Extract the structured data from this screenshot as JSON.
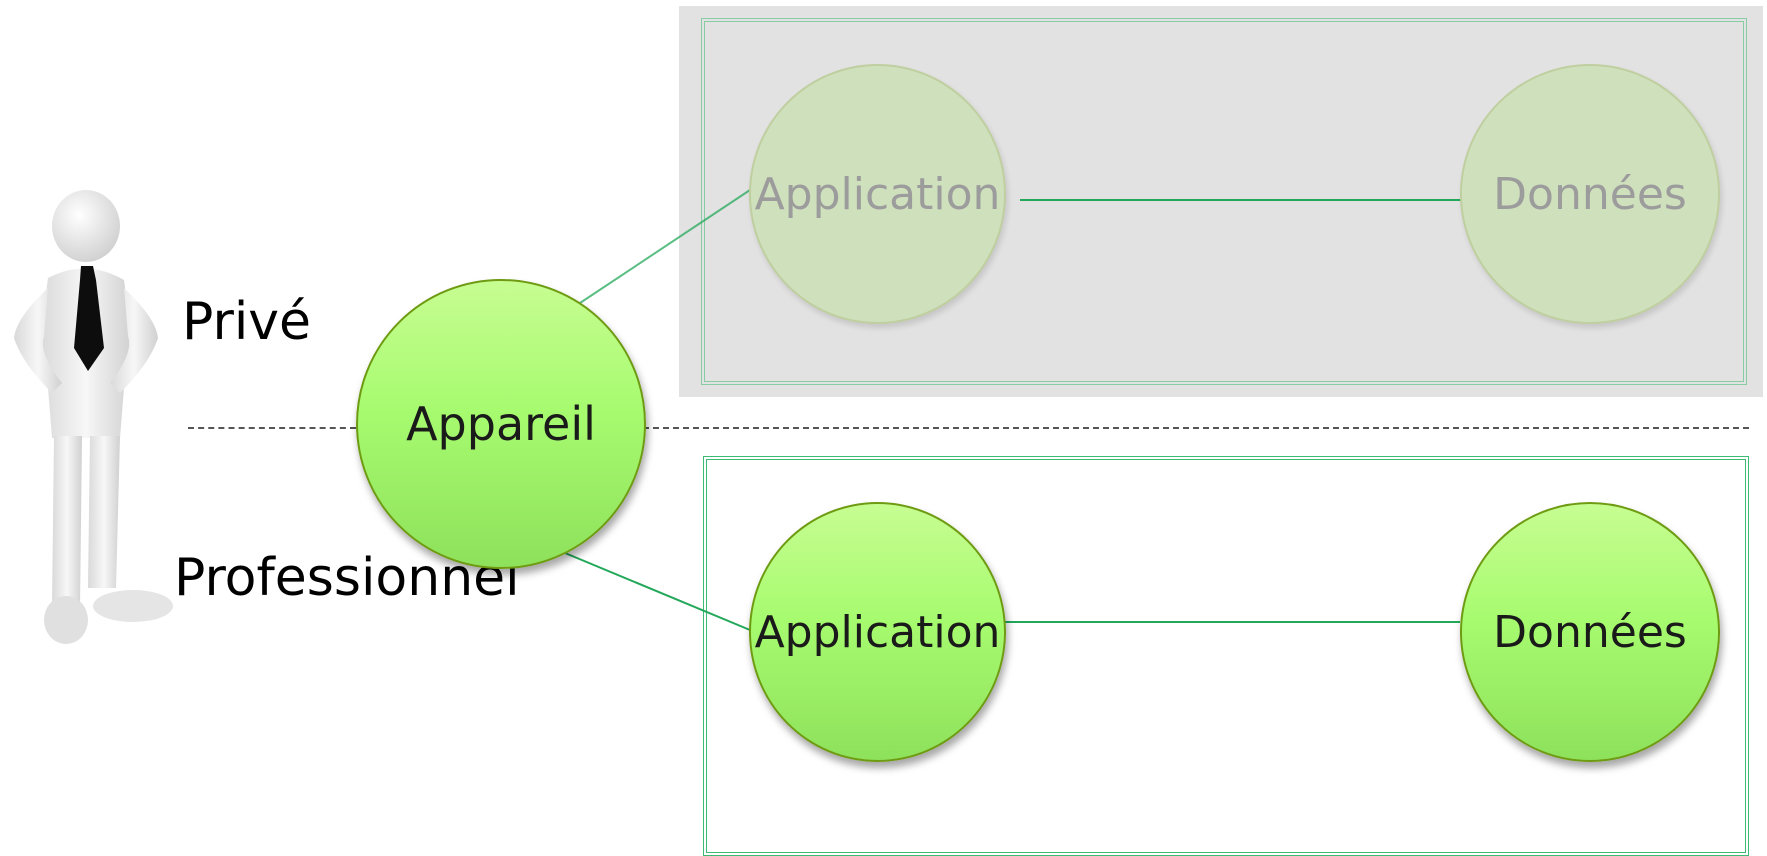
{
  "labels": {
    "private": "Privé",
    "professional": "Professionnel"
  },
  "nodes": {
    "device": "Appareil",
    "private_application": "Application",
    "private_data": "Données",
    "professional_application": "Application",
    "professional_data": "Données"
  },
  "colors": {
    "node_fill": "#a7fb6f",
    "node_border": "#6e9b12",
    "connector": "#23a85a",
    "private_panel": "#e2e2e2",
    "faded_text": "#9c9c9c"
  },
  "icons": {
    "person": "businessman-figure-icon"
  }
}
